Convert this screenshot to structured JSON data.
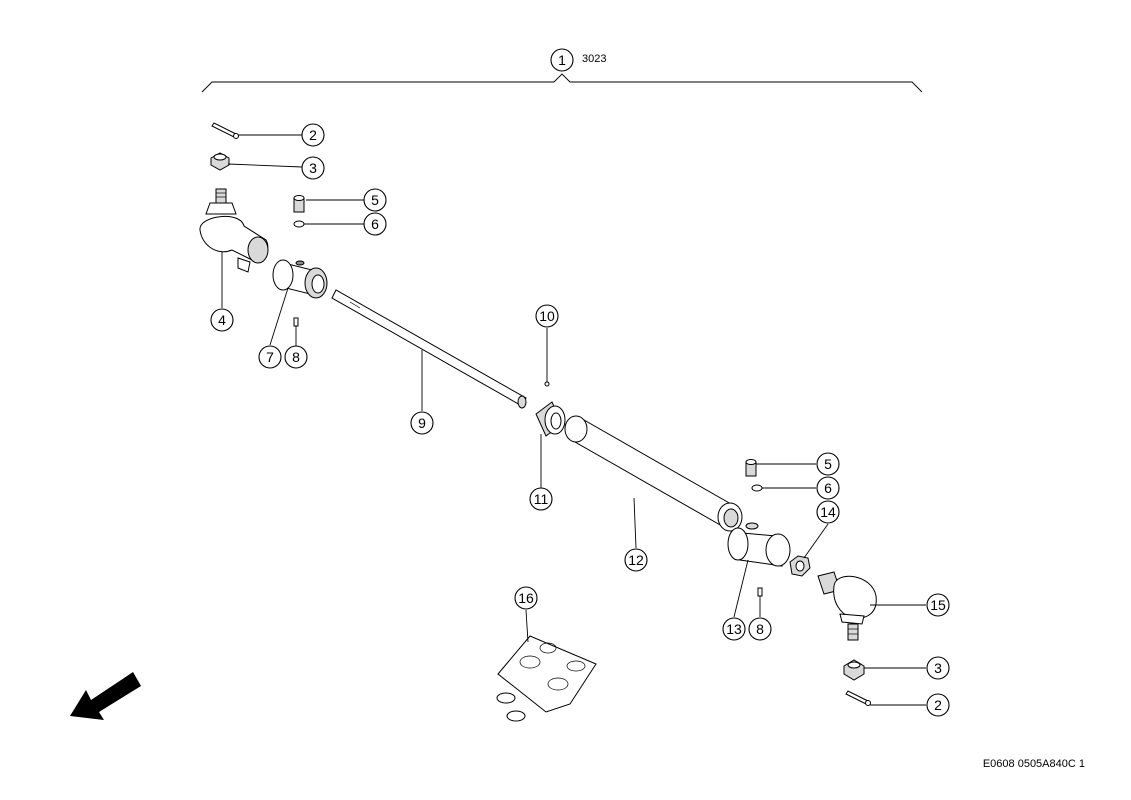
{
  "assembly": {
    "item": "1",
    "part_number": "3023"
  },
  "drawing_code": "E0608 0505A840C 1",
  "callouts": [
    {
      "id": "c1",
      "label": "1"
    },
    {
      "id": "c2a",
      "label": "2"
    },
    {
      "id": "c3a",
      "label": "3"
    },
    {
      "id": "c4",
      "label": "4"
    },
    {
      "id": "c5a",
      "label": "5"
    },
    {
      "id": "c6a",
      "label": "6"
    },
    {
      "id": "c7",
      "label": "7"
    },
    {
      "id": "c8a",
      "label": "8"
    },
    {
      "id": "c9",
      "label": "9"
    },
    {
      "id": "c10",
      "label": "10"
    },
    {
      "id": "c11",
      "label": "11"
    },
    {
      "id": "c12",
      "label": "12"
    },
    {
      "id": "c5b",
      "label": "5"
    },
    {
      "id": "c6b",
      "label": "6"
    },
    {
      "id": "c14",
      "label": "14"
    },
    {
      "id": "c13",
      "label": "13"
    },
    {
      "id": "c8b",
      "label": "8"
    },
    {
      "id": "c15",
      "label": "15"
    },
    {
      "id": "c16",
      "label": "16"
    },
    {
      "id": "c3b",
      "label": "3"
    },
    {
      "id": "c2b",
      "label": "2"
    }
  ],
  "icons": {
    "direction": "front-direction-arrow-icon"
  }
}
